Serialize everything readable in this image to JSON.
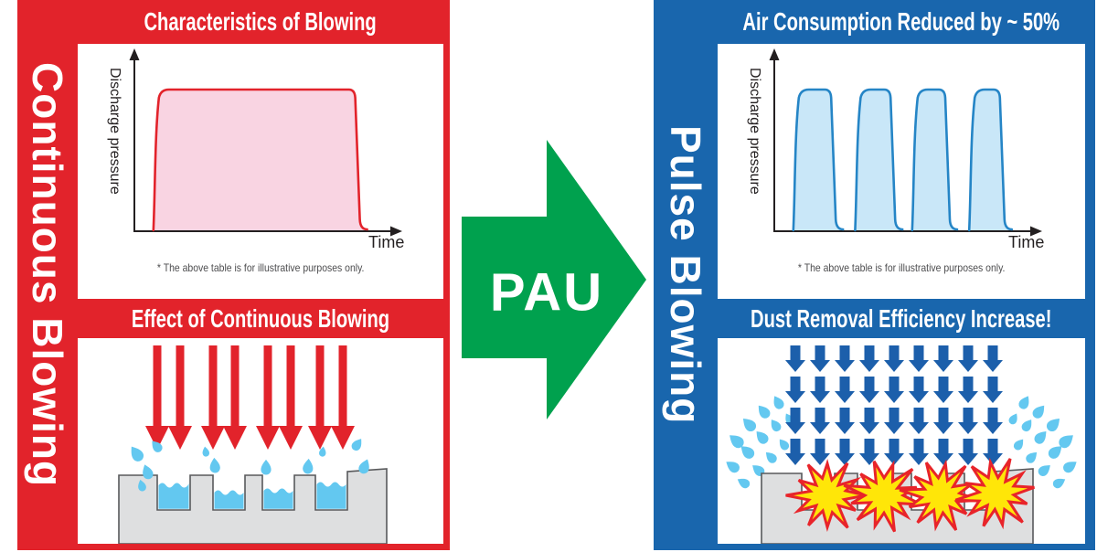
{
  "colors": {
    "red": "#E2232B",
    "blue": "#1966AD",
    "green": "#00A14E",
    "pink_fill": "#F9D4E2",
    "lightblue_fill": "#C9E7F8",
    "chart_blue_stroke": "#2585C6",
    "droplet_blue": "#63C8F0",
    "water_blue": "#63C8F0",
    "gray_block": "#DEDFE0",
    "block_stroke": "#58595B",
    "star_yellow": "#FFE608",
    "star_stroke": "#E8242A",
    "grid_arrow_blue": "#1C5FAB",
    "axis_black": "#231F20",
    "footnote_gray": "#4D4D4F"
  },
  "left_panel": {
    "vertical_label": "Continuous Blowing",
    "top_header": "Characteristics of Blowing",
    "bottom_header": "Effect of Continuous Blowing",
    "chart": {
      "ylabel": "Discharge pressure",
      "xlabel": "Time",
      "footnote": "* The above table is for illustrative purposes only."
    }
  },
  "center_arrow": {
    "label": "PAU"
  },
  "right_panel": {
    "vertical_label": "Pulse Blowing",
    "top_header": "Air Consumption Reduced by ~ 50%",
    "bottom_header": "Dust Removal Efficiency Increase!",
    "chart": {
      "ylabel": "Discharge pressure",
      "xlabel": "Time",
      "footnote": "* The above table is for illustrative purposes only."
    }
  },
  "chart_data": [
    {
      "id": "continuous-blowing",
      "type": "area",
      "title": "Characteristics of Blowing",
      "xlabel": "Time",
      "ylabel": "Discharge pressure",
      "x_range_normalized": [
        0,
        1
      ],
      "y_range_normalized": [
        0,
        1
      ],
      "grid": false,
      "legend": false,
      "annotation": "* The above table is for illustrative purposes only.",
      "series": [
        {
          "name": "Continuous blowing discharge pressure",
          "pulse_intervals": [
            [
              0.03,
              0.91
            ]
          ],
          "plateau_level": 1,
          "baseline_level": 0
        }
      ]
    },
    {
      "id": "pulse-blowing",
      "type": "area",
      "title": "Air Consumption Reduced by ~ 50%",
      "xlabel": "Time",
      "ylabel": "Discharge pressure",
      "x_range_normalized": [
        0,
        1
      ],
      "y_range_normalized": [
        0,
        1
      ],
      "grid": false,
      "legend": false,
      "annotation": "* The above table is for illustrative purposes only.",
      "series": [
        {
          "name": "Pulse blowing discharge pressure",
          "pulse_intervals": [
            [
              0.03,
              0.22
            ],
            [
              0.29,
              0.47
            ],
            [
              0.53,
              0.7
            ],
            [
              0.77,
              0.93
            ]
          ],
          "plateau_level": 1,
          "baseline_level": 0
        }
      ]
    }
  ],
  "illustrations": {
    "continuous_effect": {
      "red_arrow_centers_x": [
        87,
        112,
        148,
        172,
        208,
        233,
        265,
        290
      ],
      "groove_count": 4,
      "water_filled_grooves": true
    },
    "pulse_effect": {
      "arrow_rows": 4,
      "arrow_cols": 9,
      "starburst_count": 4,
      "splash_fans": 2
    }
  }
}
